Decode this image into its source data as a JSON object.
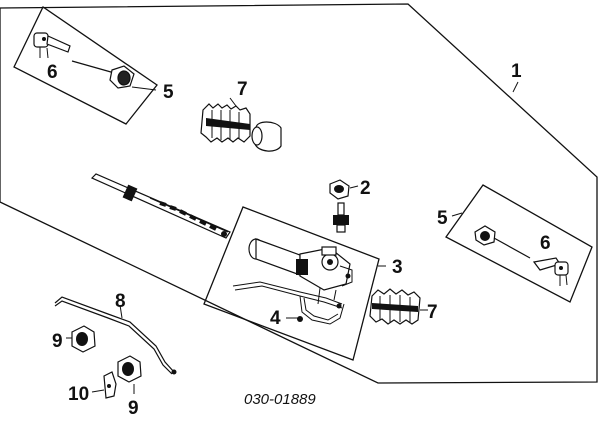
{
  "diagram": {
    "callouts": {
      "c1": "1",
      "c2": "2",
      "c3": "3",
      "c4": "4",
      "c5_left": "5",
      "c5_right": "5",
      "c6_left": "6",
      "c6_right": "6",
      "c7_top": "7",
      "c7_right": "7",
      "c8": "8",
      "c9_top": "9",
      "c9_bottom": "9",
      "c10": "10"
    },
    "part_code": "030-01889"
  }
}
